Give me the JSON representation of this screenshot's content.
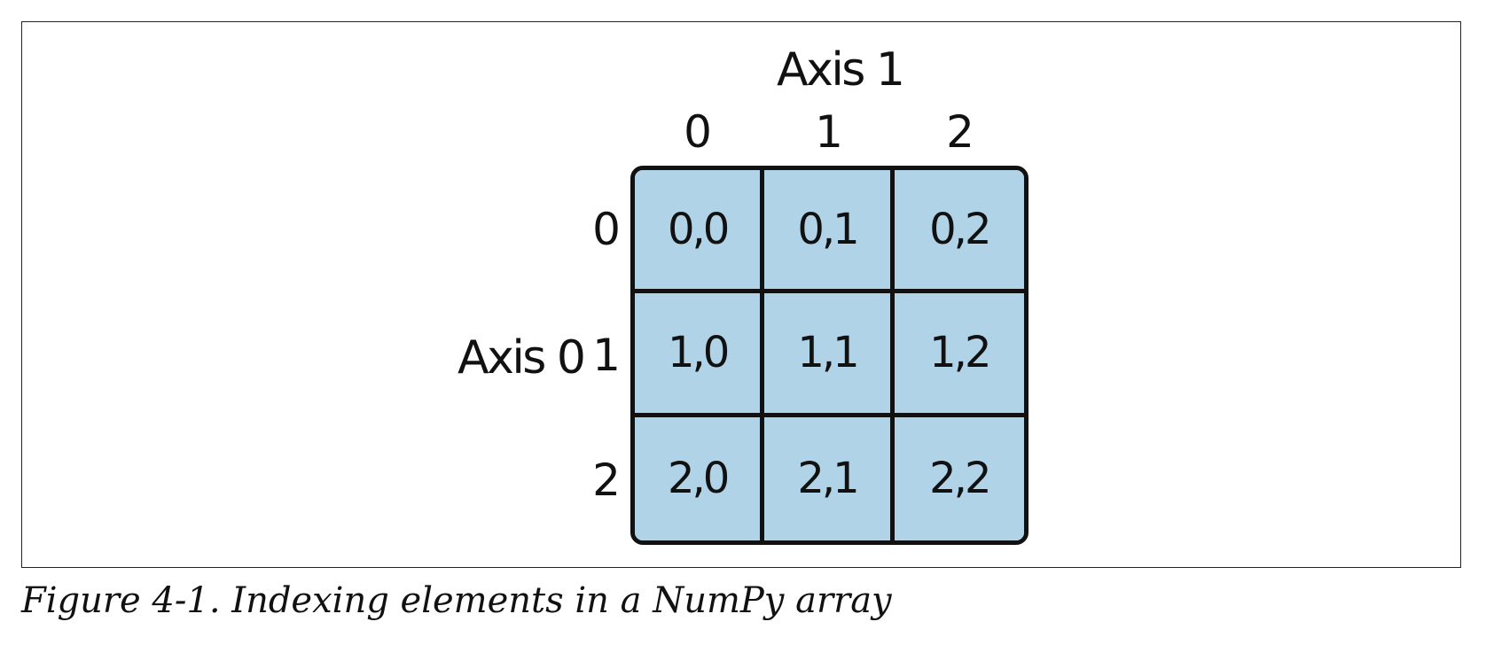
{
  "diagram": {
    "axis1_label": "Axis 1",
    "axis0_label": "Axis 0",
    "column_indices": [
      "0",
      "1",
      "2"
    ],
    "row_indices": [
      "0",
      "1",
      "2"
    ],
    "cells": [
      [
        "0,0",
        "0,1",
        "0,2"
      ],
      [
        "1,0",
        "1,1",
        "1,2"
      ],
      [
        "2,0",
        "2,1",
        "2,2"
      ]
    ],
    "cell_color": "#b1d3e8",
    "border_color": "#111111"
  },
  "caption": "Figure 4-1. Indexing elements in a NumPy array"
}
